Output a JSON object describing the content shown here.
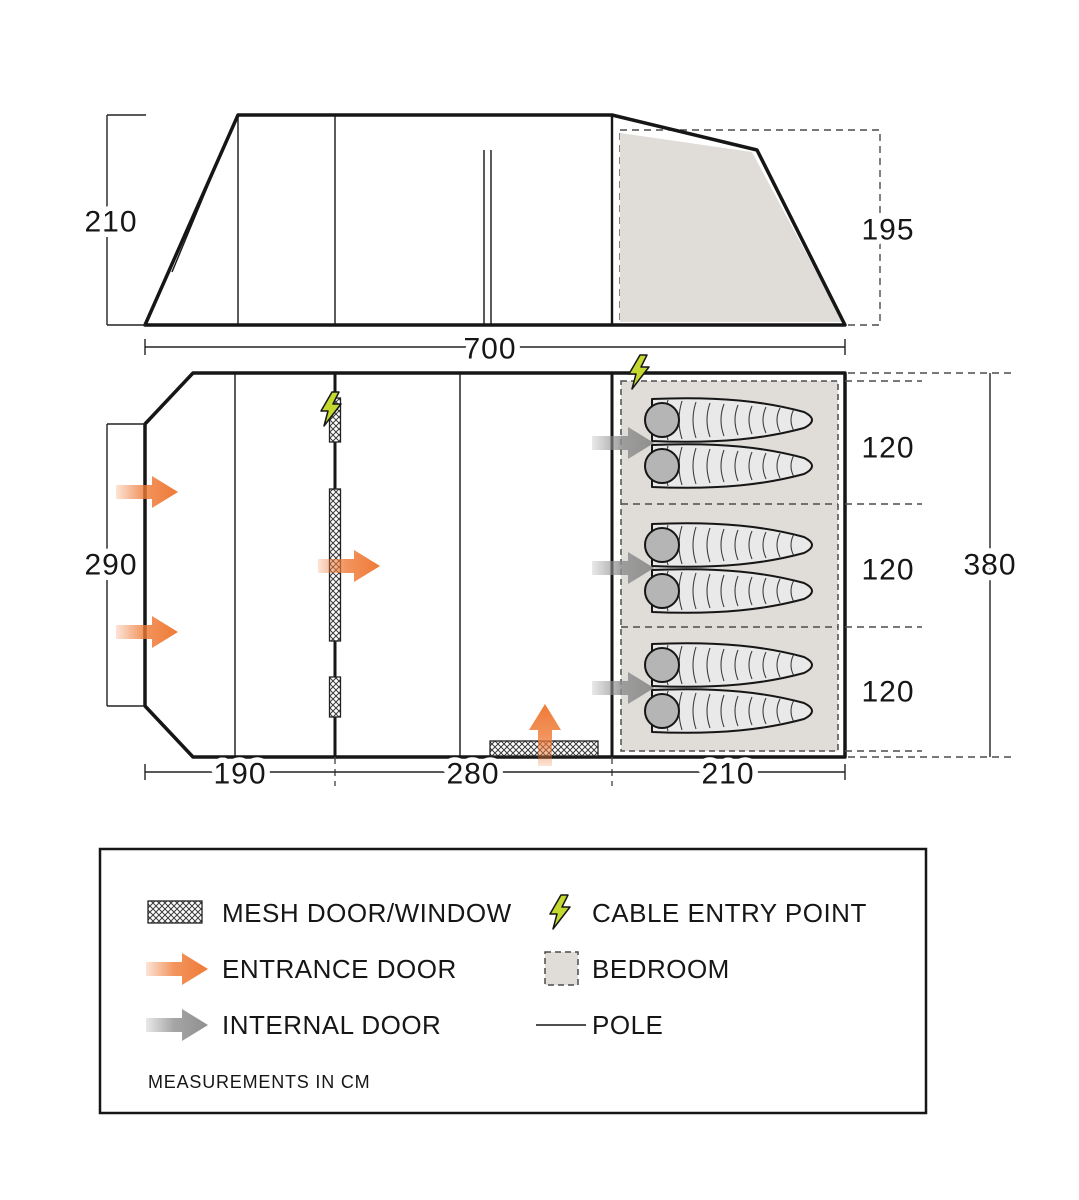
{
  "diagram": {
    "side_view": {
      "height_left": "210",
      "height_right": "195"
    },
    "floor_plan": {
      "total_width": "700",
      "left_depth": "290",
      "right_depth": "380",
      "bedroom_sections": [
        "120",
        "120",
        "120"
      ],
      "bottom_widths": [
        "190",
        "280",
        "210"
      ],
      "sleeping_bag_count": 6
    },
    "legend": {
      "items": [
        {
          "icon": "mesh-icon",
          "label": "MESH DOOR/WINDOW"
        },
        {
          "icon": "cable-entry-icon",
          "label": "CABLE ENTRY POINT"
        },
        {
          "icon": "entrance-door-icon",
          "label": "ENTRANCE DOOR"
        },
        {
          "icon": "bedroom-icon",
          "label": "BEDROOM"
        },
        {
          "icon": "internal-door-icon",
          "label": "INTERNAL DOOR"
        },
        {
          "icon": "pole-icon",
          "label": "POLE"
        }
      ],
      "note": "MEASUREMENTS IN CM"
    },
    "colors": {
      "entrance_arrow": "#ef7a36",
      "internal_arrow": "#8f8f8f",
      "cable_bolt": "#c4d82f",
      "bedroom_fill": "#e0ddd9",
      "outline": "#161616"
    }
  }
}
